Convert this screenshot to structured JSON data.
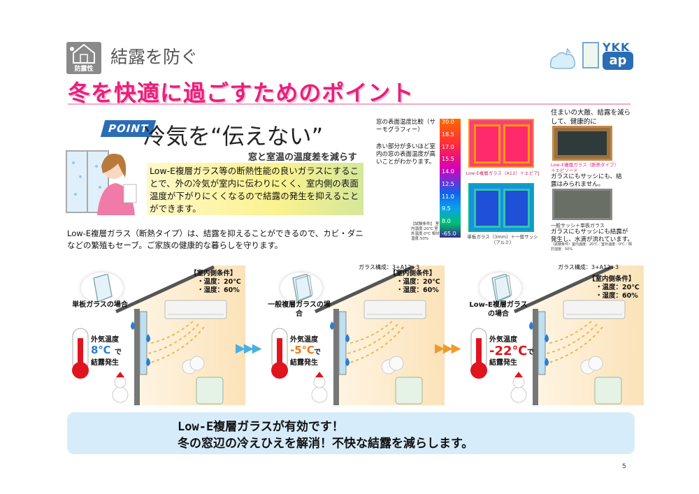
{
  "header": {
    "category_caption": "防露性",
    "section_title": "結露を防ぐ",
    "main_title": "冬を快適に過ごすためのポイント",
    "logo_text_top": "YKK",
    "logo_text_bottom": "ap"
  },
  "point": {
    "badge": "POINT",
    "heading": "冷気を“伝えない”",
    "subheading": "窓と室温の温度差を減らす",
    "description": "Low-E複層ガラス等の断熱性能の良いガラスにすることで、外の冷気が室内に伝わりにくく、室内側の表面温度が下がりにくくなるので結露の発生を抑えることができます。",
    "body": "Low-E複層ガラス（断熱タイプ）は、結露を抑えることができるので、カビ・ダニなどの繁殖もセーブ。ご家族の健康的な暮らしを守ります。"
  },
  "thermography": {
    "caption": "窓の表面温度比較（サーモグラフィー）",
    "note": "赤い部分が多いほど室内の窓の表面温度が高いことがわかります。",
    "scale": [
      "20.0",
      "18.5",
      "17.0",
      "15.5",
      "14.0",
      "12.5",
      "11.0",
      "9.5",
      "8.0",
      "-65.0"
    ],
    "conditions": "【試験条件】 室内温度:20℃ 室外温度:0℃ 相対湿度:50%",
    "top_caption": "Low-E複層ガラス（A12）＋エピアJ",
    "bottom_caption": "単板ガラス（3mm）＋一般サッシ（アルミ）"
  },
  "photos": {
    "intro": "住まいの大敵、結露を減らして、健康的に",
    "top_caption": "Low-E複層ガラス（断熱タイプ）＋エピソード",
    "top_note": "ガラスにもサッシにも、結露はみられません。",
    "bottom_caption": "一般サッシ＋単板ガラス",
    "bottom_note": "ガラスにもサッシにも結露が発生し、水滴が流れています。",
    "conditions": "（試験条件）室内温度：20℃／室外温度：0℃／相対湿度：50%"
  },
  "scenes": [
    {
      "glass_spec": "",
      "room_condition_title": "【室内側条件】",
      "room_temp": "・温度：20℃",
      "room_humidity": "・湿度：60%",
      "glass_label": "単板ガラスの場合",
      "outside_label": "外気温度",
      "outside_value": "8℃",
      "outside_suffix": "で",
      "condensation": "結露発生",
      "value_color": "#2a7fd0"
    },
    {
      "glass_spec": "ガラス構成：3+A12+3",
      "room_condition_title": "【室内側条件】",
      "room_temp": "・温度：20℃",
      "room_humidity": "・湿度：60%",
      "glass_label": "一般複層ガラスの場合",
      "outside_label": "外気温度",
      "outside_value": "-5℃",
      "outside_suffix": "で",
      "condensation": "結露発生",
      "value_color": "#f07a1a"
    },
    {
      "glass_spec": "ガラス構成：3+A12+3",
      "room_condition_title": "【室内側条件】",
      "room_temp": "・温度：20℃",
      "room_humidity": "・湿度：60%",
      "glass_label": "Low-E複層ガラスの場合",
      "outside_label": "外気温度",
      "outside_value": "-22℃",
      "outside_suffix": "で",
      "condensation": "結露発生",
      "value_color": "#e0141e"
    }
  ],
  "banner": {
    "line1": "Low-E複層ガラスが有効です！",
    "line2": "冬の窓辺の冷えひえを解消！不快な結露を減らします。"
  },
  "page_number": "5",
  "colors": {
    "accent_pink": "#e8207a",
    "brand_blue": "#2a6db5",
    "banner_bg": "#d7ecfa"
  }
}
